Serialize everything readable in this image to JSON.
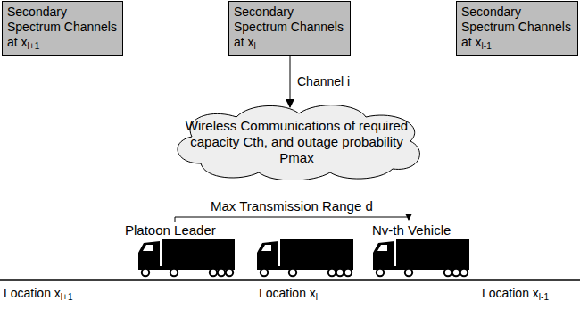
{
  "diagram": {
    "nodes": [
      {
        "text": [
          "Secondary Spectrum Channels at xl+1"
        ]
      },
      {
        "text": [
          "Secondary Spectrum Channels at xl"
        ]
      },
      {
        "text": [
          "Secondary Spectrum Channels at xl-1"
        ]
      },
      {
        "text": [
          "Wireless Communications of required capacity Cth, and outage probability Pmax"
        ]
      }
    ],
    "edges": [
      {
        "from": 1,
        "to": 3,
        "label": "Channel i",
        "arrow": "to"
      }
    ],
    "labels": [
      "Platoon Leader",
      "Max Transmission Range d",
      "Nv-th Vehicle",
      "Location xl+1",
      "Location xl",
      "Location xl-1"
    ]
  }
}
